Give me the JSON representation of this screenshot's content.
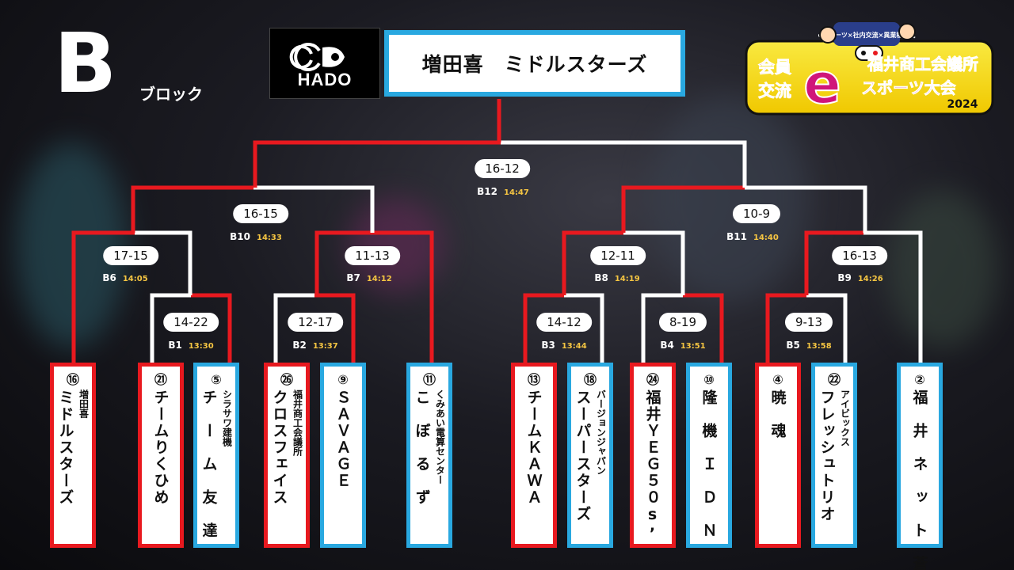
{
  "header": {
    "block_letter": "B",
    "block_label": "ブロック"
  },
  "hado": {
    "logo_text": "HADO"
  },
  "champion": {
    "name": "増田喜　ミドルスターズ"
  },
  "event_logo": {
    "line1": "会員",
    "line2": "交流",
    "e_letter": "e",
    "title_top": "福井商工会議所",
    "title_bottom": "スポーツ大会",
    "year": "2024",
    "tagline": "eスポーツ×社内交流×異業種交流"
  },
  "colors": {
    "winner_red": "#e8191f",
    "loser_white": "#ffffff",
    "team_blue": "#29a8e0",
    "time_yellow": "#f5c542",
    "champion_border": "#29a8e0"
  },
  "teams": [
    {
      "seed": "⑯",
      "main": "ミドルスターズ",
      "sub": "増田喜",
      "border": "red"
    },
    {
      "seed": "㉑",
      "main": "チームりくひめ",
      "sub": "",
      "border": "red"
    },
    {
      "seed": "⑤",
      "main": "チ　ー　ム　友　達",
      "sub": "シラサワ建機",
      "border": "blue"
    },
    {
      "seed": "㉖",
      "main": "クロスフェイス",
      "sub": "福井商工会議所",
      "border": "red"
    },
    {
      "seed": "⑨",
      "main": "ＳＡＶＡＧＥ",
      "sub": "",
      "border": "blue"
    },
    {
      "seed": "⑪",
      "main": "こ　ぼ　る　ず",
      "sub": "くみあい電算センター",
      "border": "blue"
    },
    {
      "seed": "⑬",
      "main": "チームＫＡＷＡ",
      "sub": "",
      "border": "red"
    },
    {
      "seed": "⑱",
      "main": "スーパースターズ",
      "sub": "バージョンジャパン",
      "border": "blue"
    },
    {
      "seed": "㉔",
      "main": "福井ＹＥＧ５０s’",
      "sub": "",
      "border": "red"
    },
    {
      "seed": "⑩",
      "main": "隆　機　Ｉ　Ｄ　Ｎ",
      "sub": "",
      "border": "blue"
    },
    {
      "seed": "④",
      "main": "暁　魂",
      "sub": "",
      "border": "red"
    },
    {
      "seed": "㉒",
      "main": "フレッシュトリオ",
      "sub": "アイビックス",
      "border": "blue"
    },
    {
      "seed": "②",
      "main": "福　井　ネ　ッ　ト　蒼",
      "sub": "",
      "border": "blue"
    }
  ],
  "matches": [
    {
      "id": "B1",
      "score": "14-22",
      "time": "13:30"
    },
    {
      "id": "B2",
      "score": "12-17",
      "time": "13:37"
    },
    {
      "id": "B3",
      "score": "14-12",
      "time": "13:44"
    },
    {
      "id": "B4",
      "score": "8-19",
      "time": "13:51"
    },
    {
      "id": "B5",
      "score": "9-13",
      "time": "13:58"
    },
    {
      "id": "B6",
      "score": "17-15",
      "time": "14:05"
    },
    {
      "id": "B7",
      "score": "11-13",
      "time": "14:12"
    },
    {
      "id": "B8",
      "score": "12-11",
      "time": "14:19"
    },
    {
      "id": "B9",
      "score": "16-13",
      "time": "14:26"
    },
    {
      "id": "B10",
      "score": "16-15",
      "time": "14:33"
    },
    {
      "id": "B11",
      "score": "10-9",
      "time": "14:40"
    },
    {
      "id": "B12",
      "score": "16-12",
      "time": "14:47"
    }
  ]
}
